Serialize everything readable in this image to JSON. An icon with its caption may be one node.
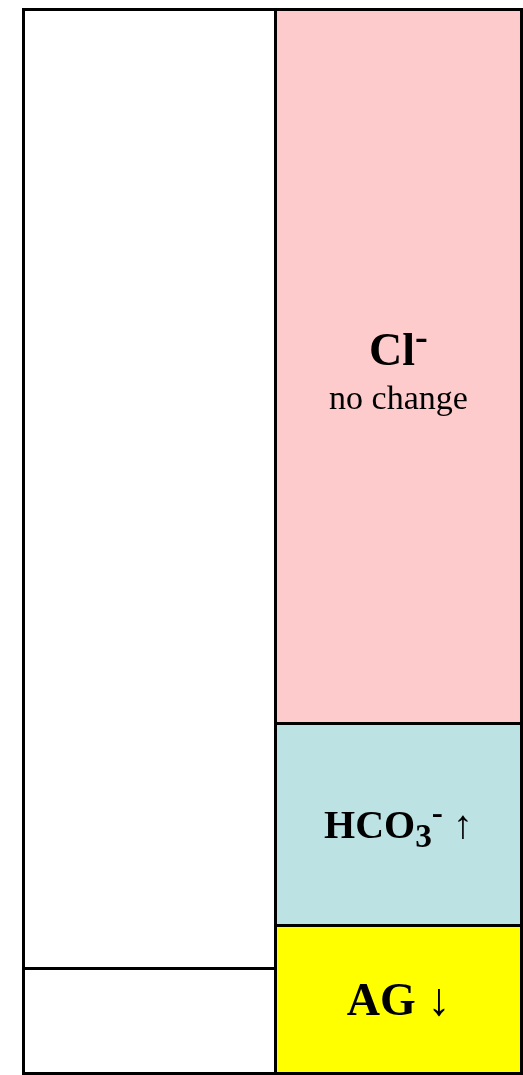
{
  "diagram": {
    "nodes": [
      {
        "text": [],
        "shape": "box"
      },
      {
        "text": [
          "Cl$^{-}$",
          "no change"
        ]
      },
      {
        "text": [
          "HCO$_{3}$$^{-}$ ↑"
        ]
      },
      {
        "text": [],
        "shape": "box"
      },
      {
        "text": [
          "AG ↓"
        ]
      }
    ]
  }
}
